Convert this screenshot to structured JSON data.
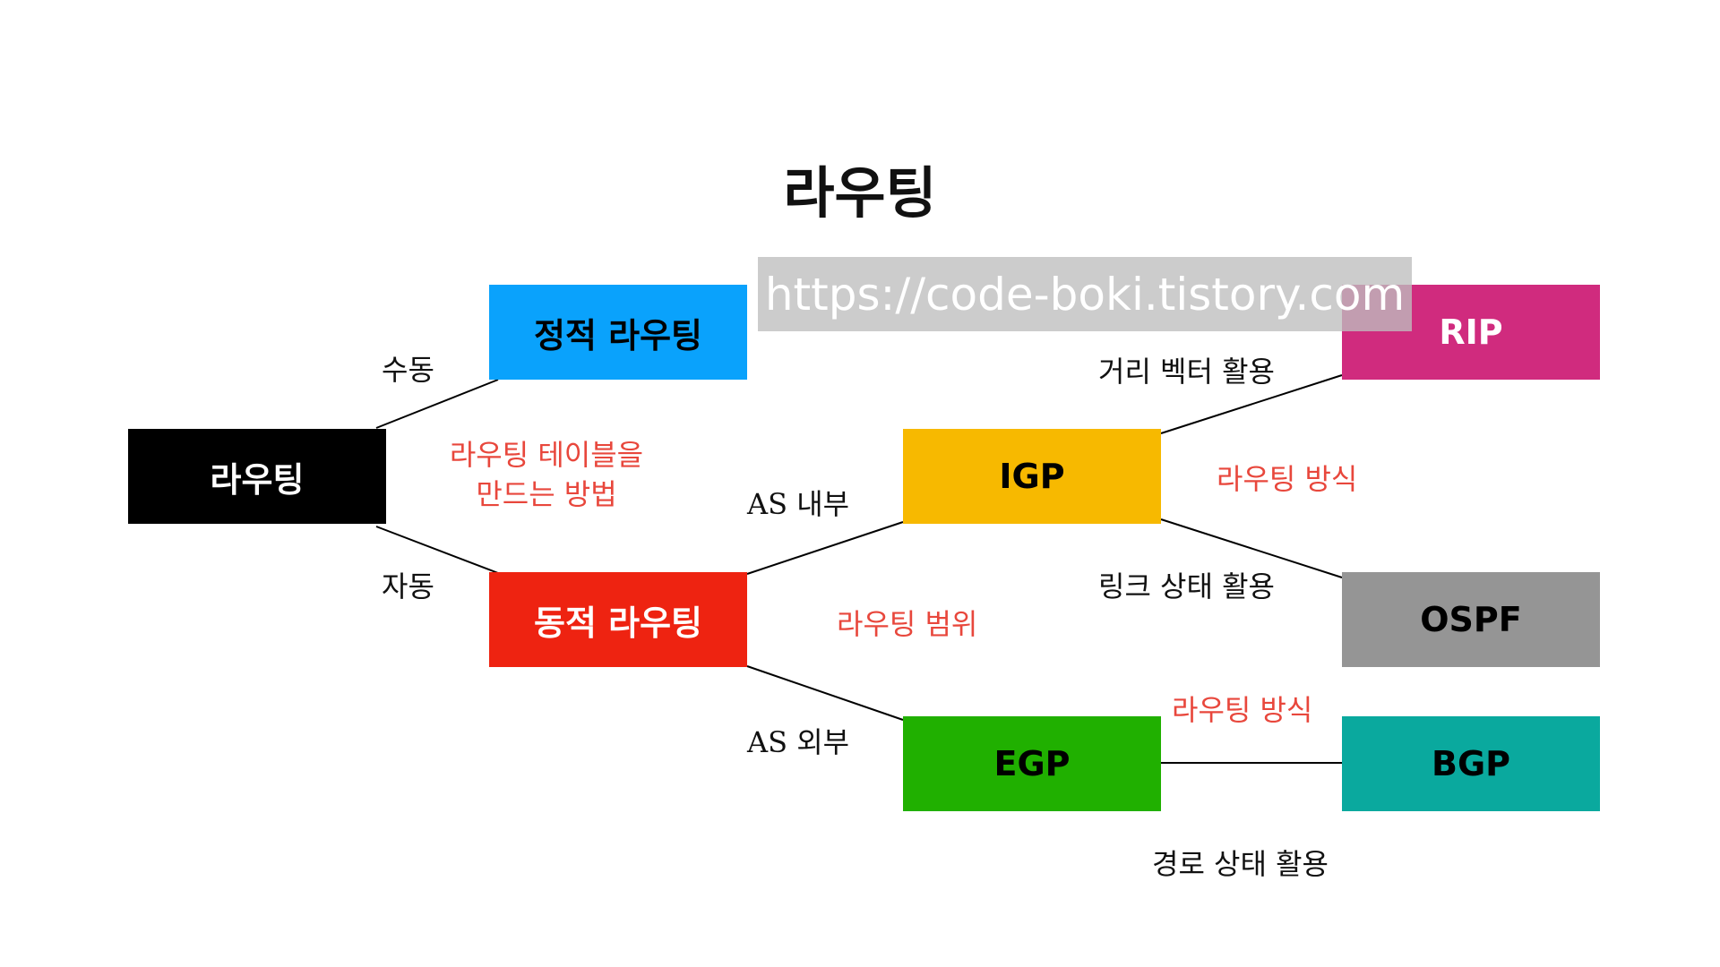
{
  "diagram": {
    "title": "라우팅",
    "watermark": "https://code-boki.tistory.com",
    "nodes": {
      "routing": {
        "label": "라우팅",
        "bg": "#000000",
        "fg": "#ffffff"
      },
      "static": {
        "label": "정적 라우팅",
        "bg": "#0aa2fc",
        "fg": "#000000"
      },
      "dynamic": {
        "label": "동적 라우팅",
        "bg": "#ee2311",
        "fg": "#ffffff"
      },
      "igp": {
        "label": "IGP",
        "bg": "#f7b900",
        "fg": "#000000"
      },
      "egp": {
        "label": "EGP",
        "bg": "#20b000",
        "fg": "#000000"
      },
      "rip": {
        "label": "RIP",
        "bg": "#d02b7e",
        "fg": "#ffffff"
      },
      "ospf": {
        "label": "OSPF",
        "bg": "#959595",
        "fg": "#000000"
      },
      "bgp": {
        "label": "BGP",
        "bg": "#0aa99e",
        "fg": "#000000"
      }
    },
    "edge_labels": {
      "manual": "수동",
      "auto": "자동",
      "as_inside": "AS 내부",
      "as_outside": "AS 외부",
      "distance_vector": "거리 벡터 활용",
      "link_state": "링크 상태 활용",
      "path_state": "경로 상태 활용"
    },
    "annotations": {
      "table_method_line1": "라우팅 테이블을",
      "table_method_line2": "만드는 방법",
      "scope": "라우팅 범위",
      "method_igp": "라우팅 방식",
      "method_egp": "라우팅 방식"
    },
    "colors": {
      "annotation": "#e8473c",
      "connector": "#000000"
    }
  }
}
